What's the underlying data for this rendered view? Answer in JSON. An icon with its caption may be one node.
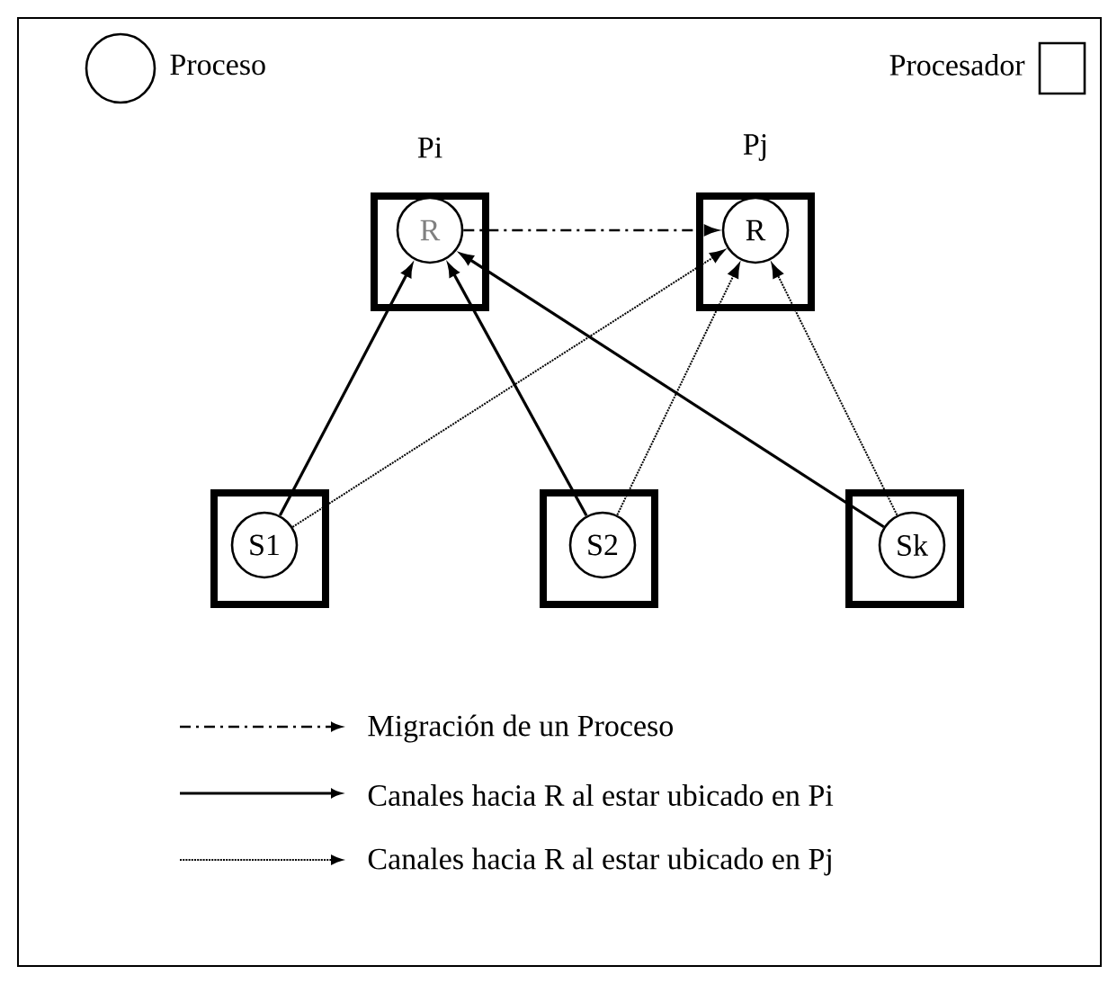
{
  "diagram": {
    "nodes": [
      {
        "text": [
          "Pi"
        ]
      },
      {
        "text": [
          "R"
        ],
        "in": 0
      },
      {
        "text": [
          "Pj"
        ]
      },
      {
        "text": [
          "R"
        ],
        "in": 2
      },
      {
        "text": [],
        "shape": "box"
      },
      {
        "text": [
          "S1"
        ],
        "in": 4
      },
      {
        "text": [],
        "shape": "box"
      },
      {
        "text": [
          "S2"
        ],
        "in": 6
      },
      {
        "text": [],
        "shape": "box"
      },
      {
        "text": [
          "Sk"
        ],
        "in": 8
      }
    ],
    "edges": [
      {
        "from": 1,
        "to": 3,
        "arrow": "to",
        "style": "dashed"
      },
      {
        "from": 5,
        "to": 1,
        "arrow": "to"
      },
      {
        "from": 7,
        "to": 1,
        "arrow": "to"
      },
      {
        "from": 9,
        "to": 1,
        "arrow": "to"
      },
      {
        "from": 5,
        "to": 3,
        "arrow": "to",
        "style": "dashed"
      },
      {
        "from": 7,
        "to": 3,
        "arrow": "to",
        "style": "dashed"
      },
      {
        "from": 9,
        "to": 3,
        "arrow": "to",
        "style": "dashed"
      }
    ],
    "legend": [
      {
        "text": "Proceso"
      },
      {
        "text": "Procesador"
      },
      {
        "text": "Migración de un Proceso"
      },
      {
        "text": "Canales hacia R al estar ubicado en Pi"
      },
      {
        "text": "Canales hacia R al estar ubicado en Pj"
      }
    ]
  }
}
